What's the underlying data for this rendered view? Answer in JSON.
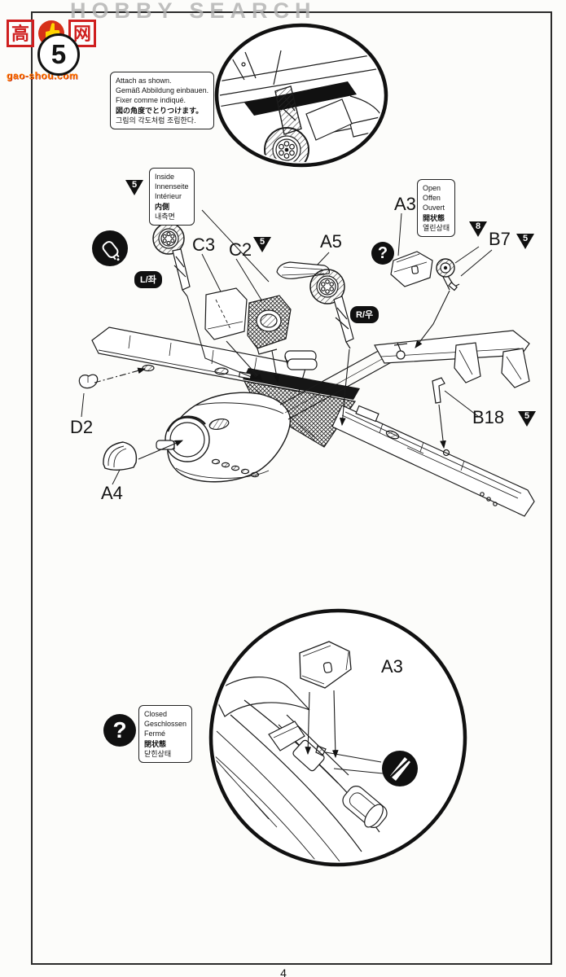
{
  "page": {
    "number": "4"
  },
  "step": {
    "number": "5"
  },
  "watermark": {
    "hanzi_left": "高",
    "hanzi_right": "网",
    "domain": "gao-shou.com",
    "site": "HOBBY SEARCH"
  },
  "notes": {
    "attach": {
      "lines": [
        "Attach as shown.",
        "Gemäß Abbildung einbauen.",
        "Fixer comme indiqué.",
        "図の角度でとりつけます。",
        "그림의 각도처럼 조립한다."
      ]
    },
    "inside": {
      "lines": [
        "Inside",
        "Innenseite",
        "Intérieur",
        "内側",
        "내측면"
      ]
    },
    "open": {
      "lines": [
        "Open",
        "Offen",
        "Ouvert",
        "開状態",
        "열린상태"
      ]
    },
    "closed": {
      "lines": [
        "Closed",
        "Geschlossen",
        "Fermé",
        "閉状態",
        "닫힌상태"
      ]
    }
  },
  "badges": {
    "left": "L/좌",
    "right": "R/우"
  },
  "markers": {
    "m5": "5",
    "m8": "8"
  },
  "icons": {
    "question_mark": "?"
  },
  "parts": {
    "a3_top": "A3",
    "c3": "C3",
    "c2": "C2",
    "a5": "A5",
    "b7": "B7",
    "b18": "B18",
    "d2": "D2",
    "a4": "A4",
    "a3_inset": "A3"
  }
}
